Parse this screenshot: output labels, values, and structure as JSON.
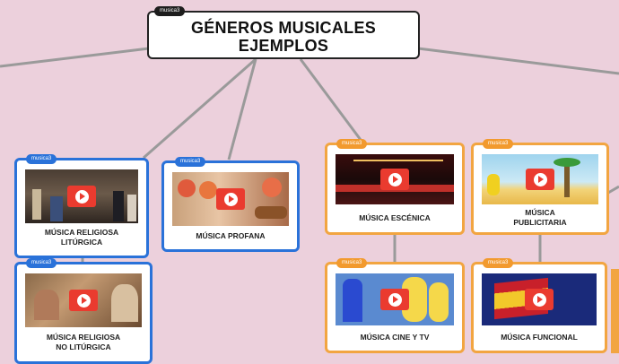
{
  "root": {
    "tag": "musica3",
    "title_line1": "GÉNEROS MUSICALES",
    "title_line2": "EJEMPLOS"
  },
  "nodes": [
    {
      "id": "religiosa-liturgica",
      "tag": "musica3",
      "label_lines": [
        "MÚSICA RELIGIOSA",
        "LITÚRGICA"
      ],
      "thumb_icon": "church-choir-image"
    },
    {
      "id": "profana",
      "tag": "musica3",
      "label_lines": [
        "MÚSICA PROFANA"
      ],
      "thumb_icon": "performers-image"
    },
    {
      "id": "religiosa-no-liturgica",
      "tag": "musica3",
      "label_lines": [
        "MÚSICA RELIGIOSA",
        "NO LITÚRGICA"
      ],
      "thumb_icon": "painting-image"
    },
    {
      "id": "escenica",
      "tag": "musica3",
      "label_lines": [
        "MÚSICA ESCÉNICA"
      ],
      "thumb_icon": "stage-image"
    },
    {
      "id": "publicitaria",
      "tag": "musica3",
      "label_lines": [
        "MÚSICA",
        "PUBLICITARIA"
      ],
      "thumb_icon": "cartoon-beach-image"
    },
    {
      "id": "cine-tv",
      "tag": "musica3",
      "label_lines": [
        "MÚSICA CINE Y TV"
      ],
      "thumb_icon": "cartoon-family-image"
    },
    {
      "id": "funcional",
      "tag": "musica3",
      "label_lines": [
        "MÚSICA FUNCIONAL"
      ],
      "thumb_icon": "flag-image"
    }
  ],
  "colors": {
    "background": "#ecd0dc",
    "blue_border": "#2a72d9",
    "orange_border": "#f2a541",
    "play_button": "#ea3b2f",
    "connector": "#9a9a9a"
  }
}
